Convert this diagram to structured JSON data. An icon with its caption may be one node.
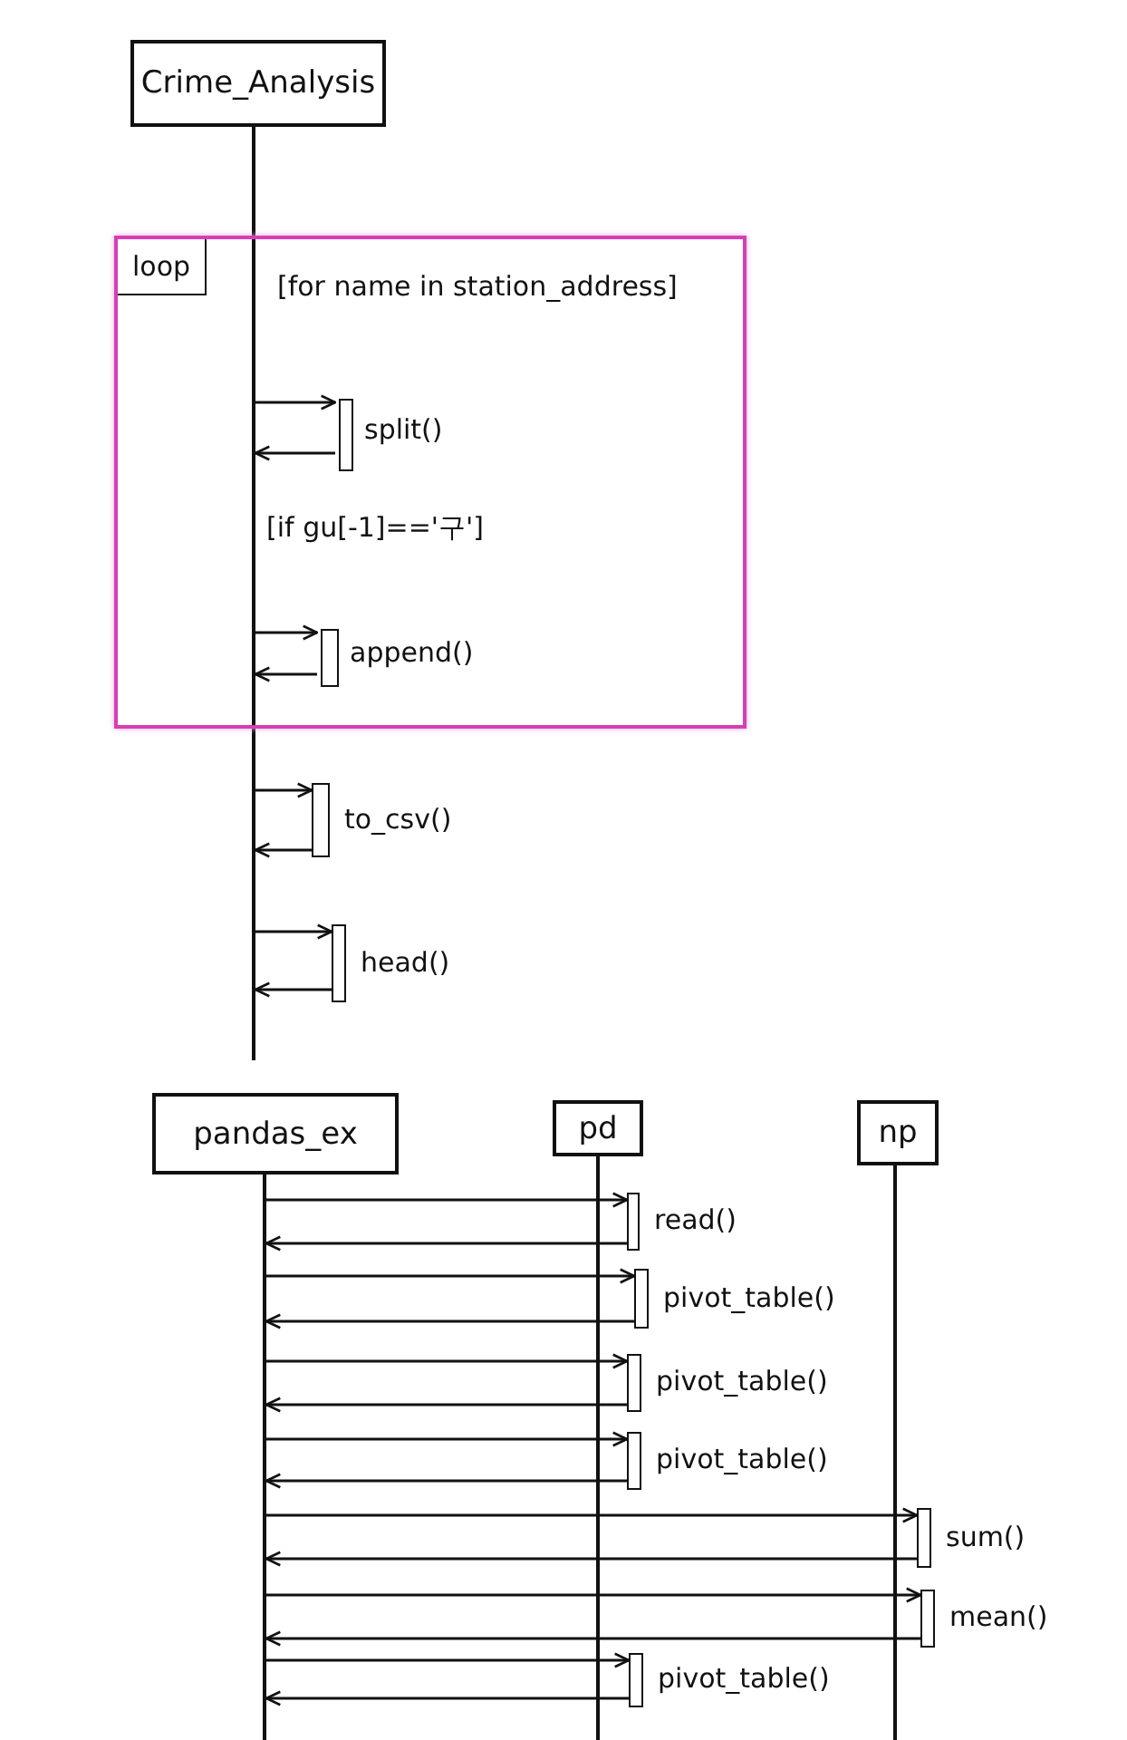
{
  "diagram": {
    "nodes": [
      {
        "text": [
          "Crime_Analysis"
        ]
      },
      {
        "text": [],
        "shape": "line"
      },
      {
        "text": [
          "loop",
          "[for name in station_address]",
          "[if gu[-1]=='구']"
        ]
      },
      {
        "text": [],
        "shape": "bar",
        "in": 2,
        "beside": [
          "split()"
        ]
      },
      {
        "text": [],
        "shape": "bar",
        "in": 2,
        "beside": [
          "append()"
        ]
      },
      {
        "text": [],
        "shape": "bar",
        "beside": [
          "to_csv()"
        ]
      },
      {
        "text": [],
        "shape": "bar",
        "beside": [
          "head()"
        ]
      },
      {
        "text": [
          "pandas_ex"
        ]
      },
      {
        "text": [],
        "shape": "line"
      },
      {
        "text": [
          "pd"
        ]
      },
      {
        "text": [],
        "shape": "line"
      },
      {
        "text": [
          "np"
        ]
      },
      {
        "text": [],
        "shape": "line"
      },
      {
        "text": [],
        "shape": "bar",
        "beside": [
          "read()"
        ]
      },
      {
        "text": [],
        "shape": "bar",
        "beside": [
          "pivot_table()"
        ]
      },
      {
        "text": [],
        "shape": "bar",
        "beside": [
          "pivot_table()"
        ]
      },
      {
        "text": [],
        "shape": "bar",
        "beside": [
          "pivot_table()"
        ]
      },
      {
        "text": [],
        "shape": "bar",
        "beside": [
          "sum()"
        ]
      },
      {
        "text": [],
        "shape": "bar",
        "beside": [
          "mean()"
        ]
      },
      {
        "text": [],
        "shape": "bar",
        "beside": [
          "pivot_table()"
        ]
      }
    ],
    "edges": [
      {
        "from": 1,
        "to": 3,
        "arrow": "to"
      },
      {
        "from": 3,
        "to": 1,
        "arrow": "to"
      },
      {
        "from": 1,
        "to": 4,
        "arrow": "to"
      },
      {
        "from": 4,
        "to": 1,
        "arrow": "to"
      },
      {
        "from": 1,
        "to": 5,
        "arrow": "to"
      },
      {
        "from": 5,
        "to": 1,
        "arrow": "to"
      },
      {
        "from": 1,
        "to": 6,
        "arrow": "to"
      },
      {
        "from": 6,
        "to": 1,
        "arrow": "to"
      },
      {
        "from": 8,
        "to": 13,
        "arrow": "to"
      },
      {
        "from": 13,
        "to": 8,
        "arrow": "to"
      },
      {
        "from": 8,
        "to": 14,
        "arrow": "to"
      },
      {
        "from": 14,
        "to": 8,
        "arrow": "to"
      },
      {
        "from": 8,
        "to": 15,
        "arrow": "to"
      },
      {
        "from": 15,
        "to": 8,
        "arrow": "to"
      },
      {
        "from": 8,
        "to": 16,
        "arrow": "to"
      },
      {
        "from": 16,
        "to": 8,
        "arrow": "to"
      },
      {
        "from": 8,
        "to": 17,
        "arrow": "to"
      },
      {
        "from": 17,
        "to": 8,
        "arrow": "to"
      },
      {
        "from": 8,
        "to": 18,
        "arrow": "to"
      },
      {
        "from": 18,
        "to": 8,
        "arrow": "to"
      },
      {
        "from": 8,
        "to": 19,
        "arrow": "to"
      },
      {
        "from": 19,
        "to": 8,
        "arrow": "to"
      }
    ]
  }
}
